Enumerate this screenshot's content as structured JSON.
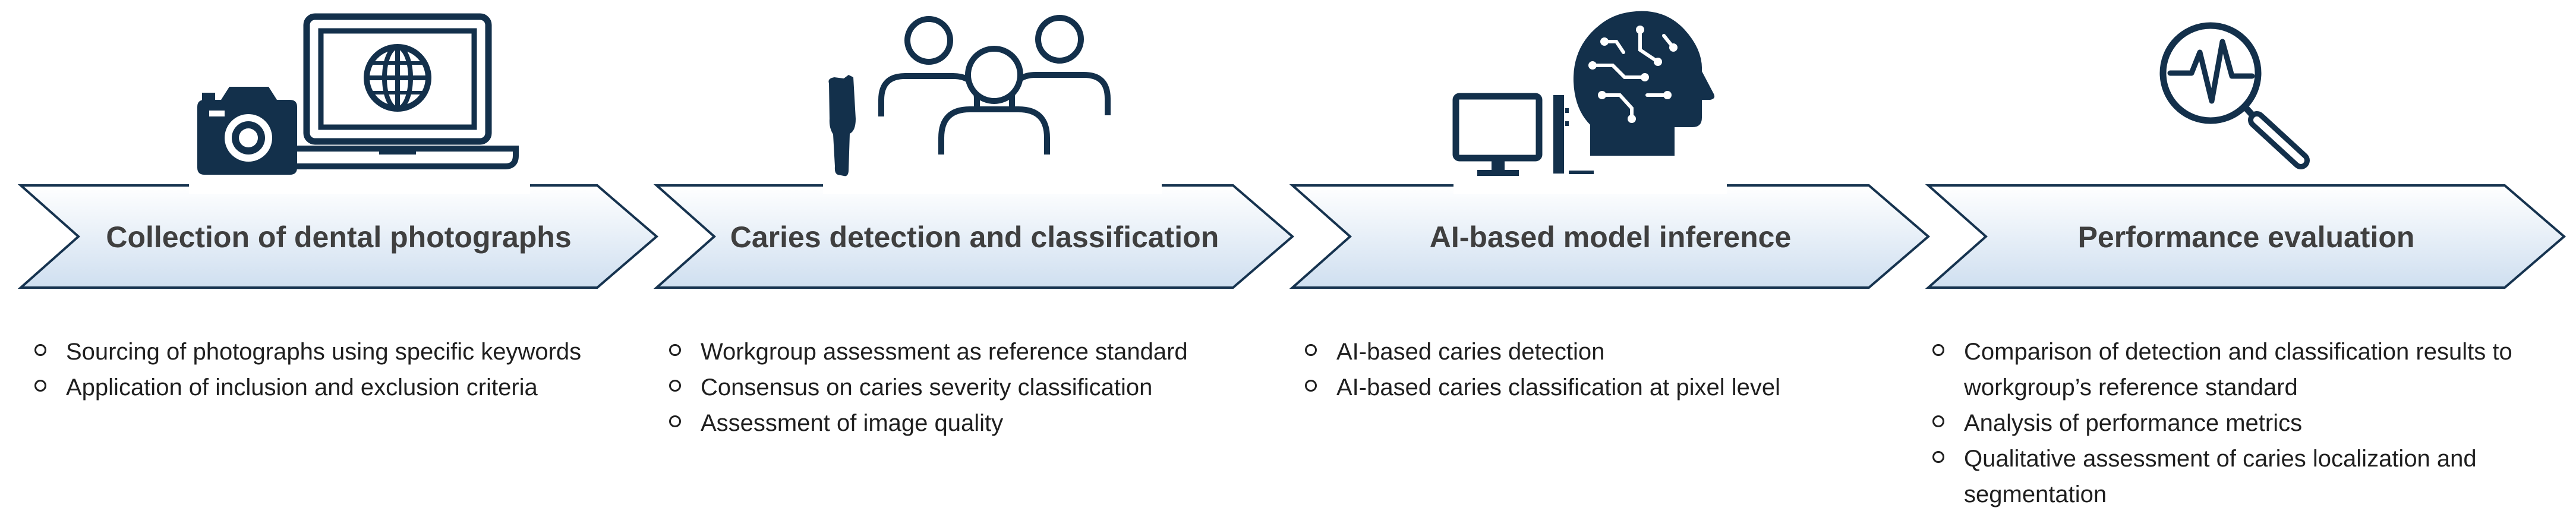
{
  "colors": {
    "icon": "#13304b",
    "arrow_fill_top": "#ffffff",
    "arrow_fill_bottom": "#cfdff0",
    "arrow_stroke": "#16334f",
    "text": "#3f3f3f"
  },
  "stages": [
    {
      "title": "Collection of dental photographs",
      "icons": [
        "camera-icon",
        "laptop-globe-icon"
      ],
      "bullets": [
        "Sourcing of photographs using specific keywords",
        "Application of inclusion and exclusion criteria"
      ]
    },
    {
      "title": "Caries detection and classification",
      "icons": [
        "tooth-icon",
        "group-of-people-icon"
      ],
      "bullets": [
        "Workgroup assessment as reference standard",
        "Consensus on caries severity classification",
        "Assessment of image quality"
      ]
    },
    {
      "title": "AI-based model inference",
      "icons": [
        "desktop-computer-icon",
        "ai-head-icon"
      ],
      "bullets": [
        "AI-based caries detection",
        "AI-based caries classification at pixel level"
      ]
    },
    {
      "title": "Performance evaluation",
      "icons": [
        "magnifier-pulse-icon"
      ],
      "bullets": [
        "Comparison of detection and classification results to workgroup’s reference standard",
        "Analysis of performance metrics",
        "Qualitative assessment of caries localization and segmentation"
      ]
    }
  ]
}
